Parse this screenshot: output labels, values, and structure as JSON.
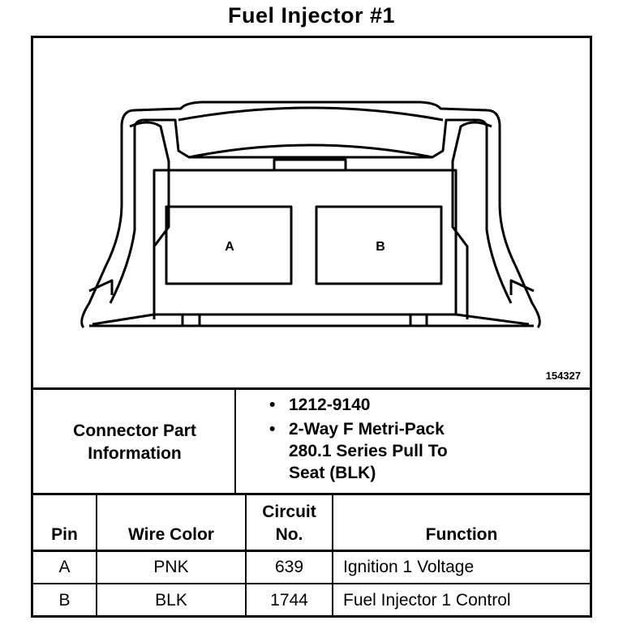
{
  "title": "Fuel Injector #1",
  "diagram": {
    "pin_a_label": "A",
    "pin_b_label": "B",
    "figure_number": "154327"
  },
  "connector_info": {
    "label_line1": "Connector Part",
    "label_line2": "Information",
    "bullets": [
      {
        "lines": [
          "1212-9140"
        ]
      },
      {
        "lines": [
          "2-Way F Metri-Pack",
          "280.1 Series Pull To",
          "Seat (BLK)"
        ]
      }
    ]
  },
  "table": {
    "headers": {
      "pin": "Pin",
      "wire_color": "Wire Color",
      "circuit_line1": "Circuit",
      "circuit_line2": "No.",
      "function": "Function"
    },
    "rows": [
      {
        "pin": "A",
        "wire_color": "PNK",
        "circuit": "639",
        "function": "Ignition 1 Voltage"
      },
      {
        "pin": "B",
        "wire_color": "BLK",
        "circuit": "1744",
        "function": "Fuel Injector 1 Control"
      }
    ]
  }
}
